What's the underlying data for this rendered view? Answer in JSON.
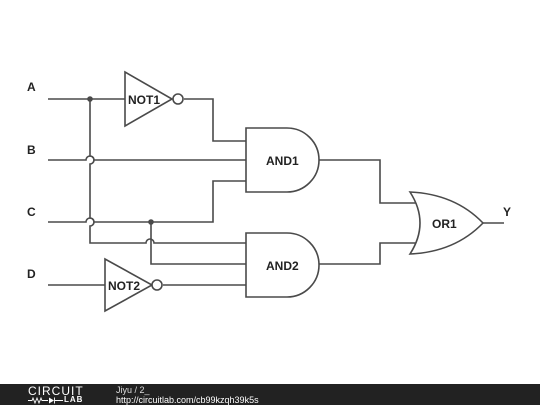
{
  "inputs": {
    "a": "A",
    "b": "B",
    "c": "C",
    "d": "D"
  },
  "output": "Y",
  "gates": {
    "not1": "NOT1",
    "not2": "NOT2",
    "and1": "AND1",
    "and2": "AND2",
    "or1": "OR1"
  },
  "footer": {
    "brand_top": "CIRCUIT",
    "brand_bottom": "LAB",
    "author_line": "Jiyu / 2_",
    "url": "http://circuitlab.com/cb99kzqh39k5s"
  },
  "colors": {
    "wire": "#4a4a4a",
    "footer_bg": "#222222"
  }
}
